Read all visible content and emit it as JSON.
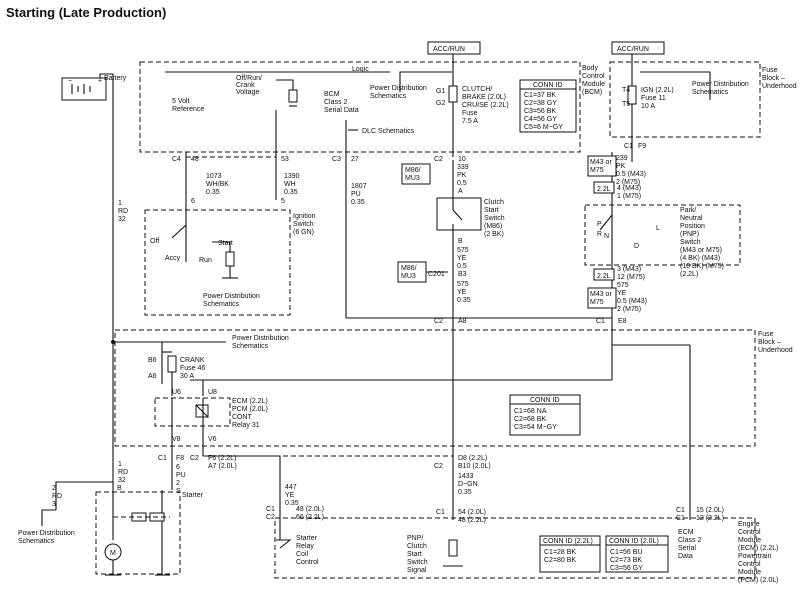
{
  "title": "Starting (Late Production)",
  "acc_run": "ACC/RUN",
  "battery": {
    "label": "Battery",
    "minus": "−",
    "plus": "+"
  },
  "bcm": {
    "logic": "Logic",
    "name": [
      "Body",
      "Control",
      "Module",
      "(BCM)"
    ],
    "pds": [
      "Power Distribution",
      "Schematics"
    ],
    "switch_label": [
      "Off/Run/",
      "Crank",
      "Voltage"
    ],
    "ref5": [
      "5 Volt",
      "Reference"
    ],
    "serial": [
      "BCM",
      "Class 2",
      "Serial Data"
    ],
    "dlc": "DLC Schematics",
    "fuse_pins": [
      "G1",
      "G2"
    ],
    "fuse_label": [
      "CLUTCH/",
      "BRAKE (2.0L)",
      "CRUISE (2.2L)",
      "Fuse",
      "7.5 A"
    ],
    "conn_title": "CONN ID",
    "conn": [
      "C1=37 BK",
      "C2=38 GY",
      "C3=56 BK",
      "C4=56 GY",
      "C5=6 M−GY"
    ]
  },
  "fuse_top": {
    "name": [
      "Fuse",
      "Block –",
      "Underhood"
    ],
    "t4": "T4",
    "t5": "T5",
    "fuse": [
      "IGN (2.2L)",
      "Fuse 11",
      "10 A"
    ],
    "pds": [
      "Power Distribution",
      "Schematics"
    ]
  },
  "pins": {
    "c4": "C4",
    "p48": "48",
    "p53": "53",
    "c3": "C3",
    "p27": "27",
    "c2": "C2",
    "p10": "10",
    "c1": "C1",
    "f9": "F9"
  },
  "wires": {
    "w1073": [
      "1073",
      "WH/BK",
      "0.35"
    ],
    "w1390": [
      "1390",
      "WH",
      "0.35"
    ],
    "w1807": [
      "1807",
      "PU",
      "0.35"
    ],
    "w339": [
      "339",
      "PK",
      "0.5"
    ],
    "w239": [
      "239",
      "PK",
      "0.5 (M43)",
      "2 (M75)"
    ],
    "w575a": [
      "575",
      "YE",
      "0.5"
    ],
    "w575b": [
      "575",
      "YE",
      "0.35"
    ],
    "w575c": [
      "3 (M43)",
      "12 (M75)",
      "575",
      "YE",
      "0.5 (M43)",
      "2 (M75)"
    ],
    "w4": [
      "4 (M43)",
      "1 (M75)"
    ],
    "w1rd32": [
      "1",
      "RD",
      "32"
    ],
    "w2rd3": [
      "2",
      "RD",
      "3"
    ],
    "w6pu": [
      "6",
      "PU",
      "2",
      "S"
    ],
    "w447": [
      "447",
      "YE",
      "0.35"
    ],
    "w1433": [
      "1433",
      "D−GN",
      "0.35"
    ]
  },
  "ign": {
    "pins": [
      "6",
      "5"
    ],
    "name": [
      "Ignition",
      "Switch",
      "(6 GN)"
    ],
    "positions": [
      "Off",
      "Start",
      "Accy",
      "Run"
    ],
    "pds": [
      "Power Distribution",
      "Schematics"
    ]
  },
  "clutch": {
    "pins": [
      "A",
      "B"
    ],
    "name": [
      "Clutch",
      "Start",
      "Switch",
      "(M86)",
      "(2 BK)"
    ],
    "option": [
      "M86/",
      "MU3"
    ]
  },
  "c201": {
    "label": "C201",
    "b3": "B3",
    "option": [
      "M86/",
      "MU3"
    ]
  },
  "pnp": {
    "opt1": [
      "M43 or",
      "M75"
    ],
    "opt2": "2.2L",
    "opt3": "2.2L",
    "opt4": [
      "M43 or",
      "M75"
    ],
    "letters": [
      "P",
      "R",
      "N",
      "D",
      "L"
    ],
    "name": [
      "Park/",
      "Neutral",
      "Position",
      "(PNP)",
      "Switch",
      "(M43 or M75)",
      "(4 BK) (M43)",
      "(10 BK) (M75)",
      "(2.2L)"
    ]
  },
  "fbu": {
    "pins_top": [
      "C2",
      "A8",
      "C1",
      "E8"
    ],
    "name": [
      "Fuse",
      "Block –",
      "Underhood"
    ],
    "pds": [
      "Power Distribution",
      "Schematics"
    ],
    "fuse_pins": [
      "B6",
      "A6"
    ],
    "fuse": [
      "CRANK",
      "Fuse 46",
      "30 A"
    ],
    "relay_pins": [
      "U6",
      "U8",
      "V8",
      "V6"
    ],
    "relay": [
      "ECM (2.2L)",
      "PCM (2.0L)",
      "CONT",
      "Relay 31"
    ],
    "conn_title": "CONN ID",
    "conn": [
      "C1=68 NA",
      "C2=68 BK",
      "C3=54 M−GY"
    ]
  },
  "lower_pins": {
    "c1": "C1",
    "f8": "F8",
    "c2": "C2",
    "f6": [
      "F6 (2.2L)",
      "A7 (2.0L)"
    ],
    "d8": [
      "D8 (2.2L)",
      "B10 (2.0L)"
    ]
  },
  "starter": {
    "pin": "B",
    "label": "Starter",
    "motor": "M",
    "pds": [
      "Power Distribution",
      "Schematics"
    ]
  },
  "relay_coil": {
    "pins": [
      "C1",
      "C2"
    ],
    "num": [
      "48 (2.0L)",
      "66 (2.2L)"
    ],
    "name": [
      "Starter",
      "Relay",
      "Coil",
      "Control"
    ]
  },
  "pnp_signal": {
    "pin": "C1",
    "num": [
      "54 (2.0L)",
      "48 (2.2L)"
    ],
    "name": [
      "PNP/",
      "Clutch",
      "Start",
      "Switch",
      "Signal"
    ]
  },
  "ecm": {
    "pins": [
      "C1",
      "C1"
    ],
    "num": [
      "15 (2.0L)",
      "12 (2.2L)"
    ],
    "serial": [
      "ECM",
      "Class 2",
      "Serial",
      "Data"
    ],
    "name": [
      "Engine",
      "Control",
      "Module",
      "(ECM) (2.2L)",
      "Powertrain",
      "Control",
      "Module",
      "(PCM) (2.0L)"
    ],
    "conn1_title": "CONN ID (2.2L)",
    "conn1": [
      "C1=28 BK",
      "C2=80 BK"
    ],
    "conn2_title": "CONN ID (2.0L)",
    "conn2": [
      "C1=56 BU",
      "C2=73 BK",
      "C3=56 GY"
    ]
  }
}
